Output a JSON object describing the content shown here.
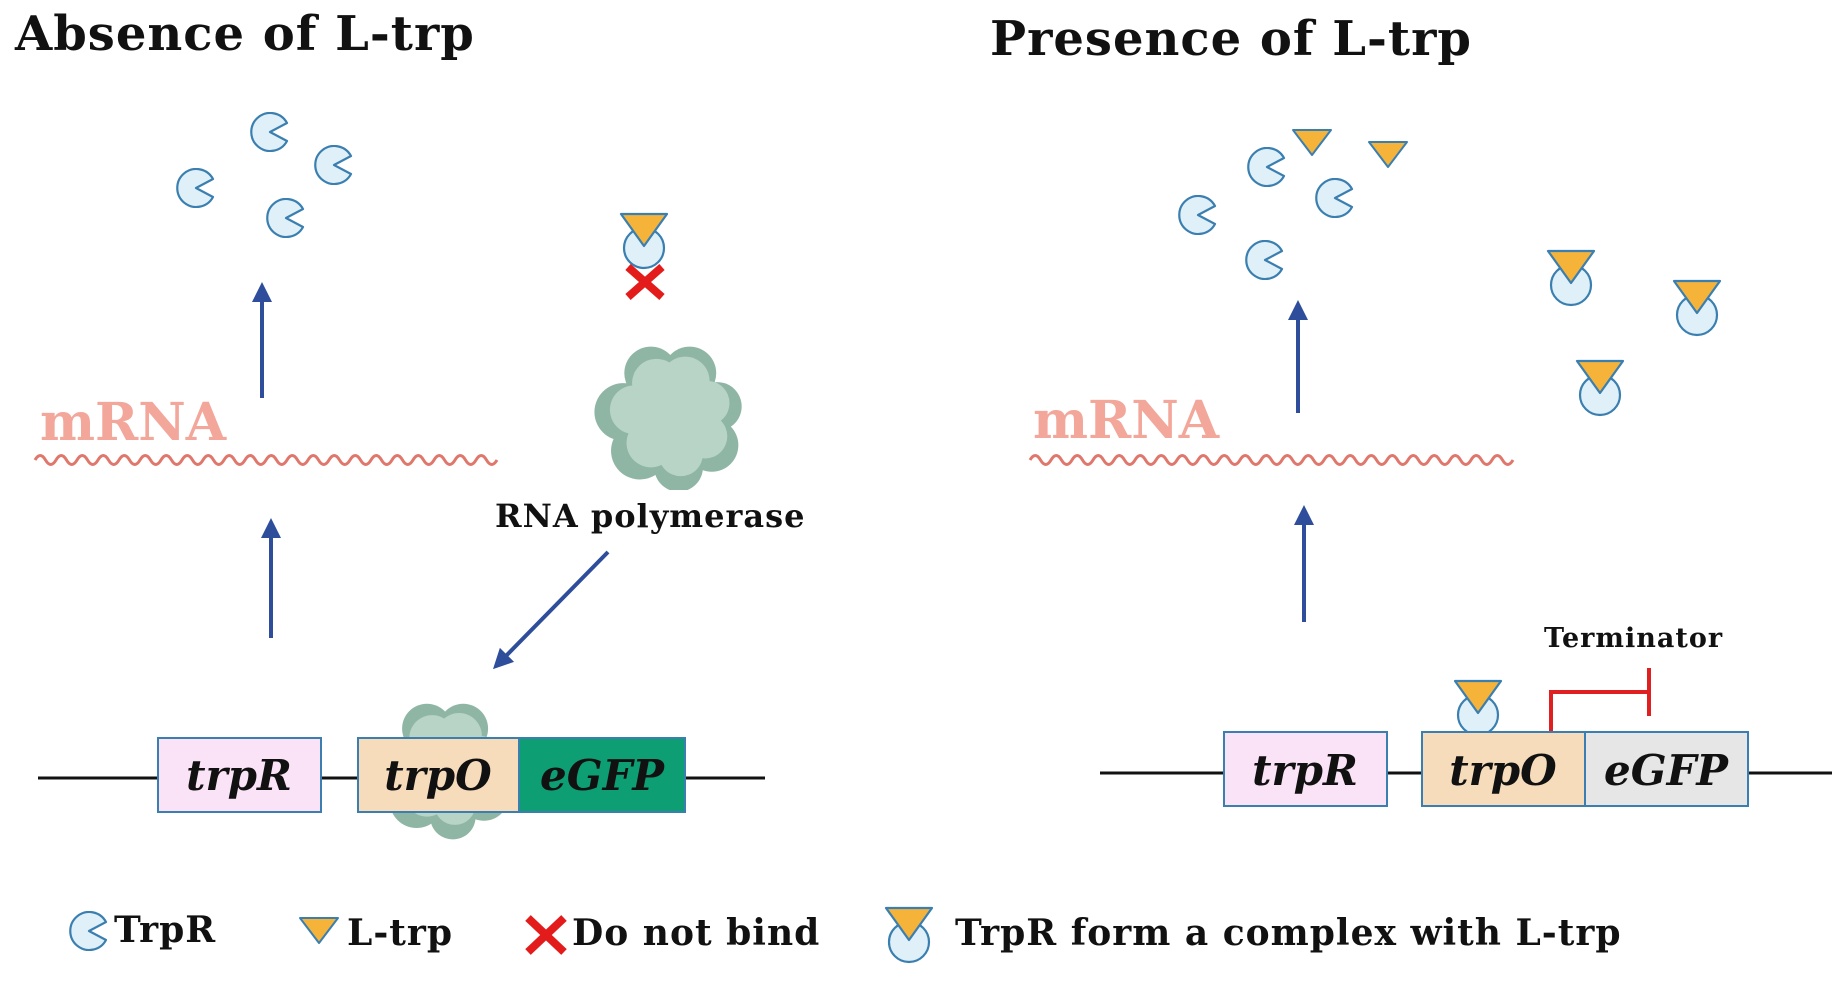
{
  "panels": {
    "left": {
      "title": "Absence of L-trp",
      "mrna": "mRNA",
      "polymerase": "RNA polymerase",
      "genes": [
        "trpR",
        "trpO",
        "eGFP"
      ]
    },
    "right": {
      "title": "Presence of L-trp",
      "mrna": "mRNA",
      "terminator": "Terminator",
      "genes": [
        "trpR",
        "trpO",
        "eGFP"
      ]
    }
  },
  "legend": {
    "trpr": "TrpR",
    "ltrp": "L-trp",
    "no_bind": "Do not bind",
    "complex": "TrpR form a complex with L-trp"
  },
  "colors": {
    "trpr_fill": "#dff0f8",
    "trpr_stroke": "#3a7fb0",
    "ltrp_fill": "#f6b33a",
    "arrow": "#2e4e9c",
    "mrna": "#e0776c",
    "x_mark": "#e31b1b",
    "trpR_box": "#fbe3f7",
    "trpO_box": "#f7dcbc",
    "eGFP_on": "#0e9e74",
    "eGFP_off": "#e6e6e6",
    "polymerase": "#a9cbbb",
    "terminator": "#e02020"
  }
}
